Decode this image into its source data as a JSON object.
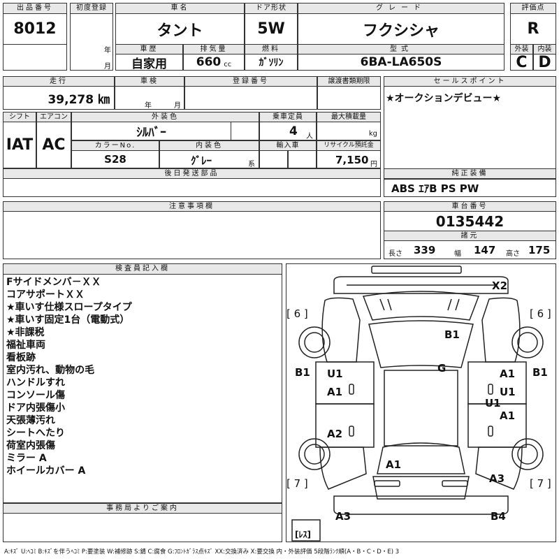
{
  "top": {
    "lot_no_label": "出品番号",
    "lot_no": "8012",
    "first_reg_label": "初度登録",
    "year_unit": "年",
    "month_unit": "月",
    "car_name_label": "車名",
    "car_name": "タント",
    "door_label": "ドア形状",
    "door": "5W",
    "grade_label": "グレード",
    "grade": "フクシシャ",
    "score_label": "評価点",
    "score": "R",
    "history_label": "車歴",
    "history": "自家用",
    "displacement_label": "排気量",
    "displacement": "660",
    "displacement_unit": "cc",
    "fuel_label": "燃料",
    "fuel": "ｶﾞｿﾘﾝ",
    "model_label": "型式",
    "model": "6BA-LA650S",
    "exterior_label": "外装",
    "exterior": "C",
    "interior_label": "内装",
    "interior": "D"
  },
  "row2": {
    "mileage_label": "走行",
    "mileage": "39,278 ㎞",
    "inspection_label": "車検",
    "year_unit": "年",
    "month_unit": "月",
    "reg_no_label": "登録番号",
    "transfer_label": "譲渡書類期限",
    "sales_point_label": "セールスポイント",
    "sales_point": "★オークションデビュー★"
  },
  "row3": {
    "shift_label": "シフト",
    "shift": "IAT",
    "ac_label": "エアコン",
    "ac": "AC",
    "color_label": "外装色",
    "color": "ｼﾙﾊﾞｰ",
    "capacity_label": "乗車定員",
    "capacity": "4",
    "capacity_unit": "人",
    "load_label": "最大積載量",
    "load_unit": "kg",
    "color_no_label": "カラーNo.",
    "color_no": "S28",
    "int_color_label": "内装色",
    "int_color": "ｸﾞﾚｰ",
    "int_color_unit": "系",
    "import_label": "輸入車",
    "recycle_label": "リサイクル預託金",
    "recycle": "7,150",
    "recycle_unit": "円"
  },
  "later_parts_label": "後日発送部品",
  "genuine_label": "純正装備",
  "genuine": "ABS ｴｱB PS PW",
  "notes_label": "注意事項欄",
  "chassis_label": "車台番号",
  "chassis": "0135442",
  "specs_label": "諸元",
  "length_label": "長さ",
  "length": "339",
  "width_label": "幅",
  "width": "147",
  "height_label": "高さ",
  "height": "175",
  "inspector_label": "検査員記入欄",
  "inspector_notes": [
    "Fサイドメンバ－ＸＸ",
    "コアサポートＸＸ",
    "★車いす仕様スロープタイプ",
    "★車いす固定1台（電動式）",
    "★非課税",
    "福祉車両",
    "看板跡",
    "室内汚れ、動物の毛",
    "ハンドルすれ",
    "コンソール傷",
    "ドア内張傷小",
    "天張薄汚れ",
    "シートへたり",
    "荷室内張傷",
    "ミラー A",
    "ホイールカバー A"
  ],
  "office_label": "事務局よりご案内",
  "diagram": {
    "x2": "X2",
    "tire_fl": "[ 6 ]",
    "tire_fr": "[ 6 ]",
    "tire_rl": "[ 7 ]",
    "tire_rr": "[ 7 ]",
    "b1_top": "B1",
    "g": "G",
    "b1_left": "B1",
    "b1_right": "B1",
    "u1_l": "U1",
    "a1_l": "A1",
    "a1_r1": "A1",
    "u1_r": "U1",
    "u1_r2": "U1",
    "a1_r2": "A1",
    "a2_l": "A2",
    "a1_rear": "A1",
    "a3_rr": "A3",
    "a3_bottom": "A3",
    "b4": "B4",
    "spare": "[ﾚｽ]"
  },
  "legend": "A:ｷｽﾞ U:ﾍｺﾐ B:ｷｽﾞを伴うﾍｺﾐ P:要塗装 W:補修跡 S:錆 C:腐食 G:ﾌﾛﾝﾄｶﾞﾗｽ点ｷｽﾞ XX:交換済み X:要交換 内・外装評価 5段階ﾗﾝｸ順(A・B・C・D・E) 3"
}
